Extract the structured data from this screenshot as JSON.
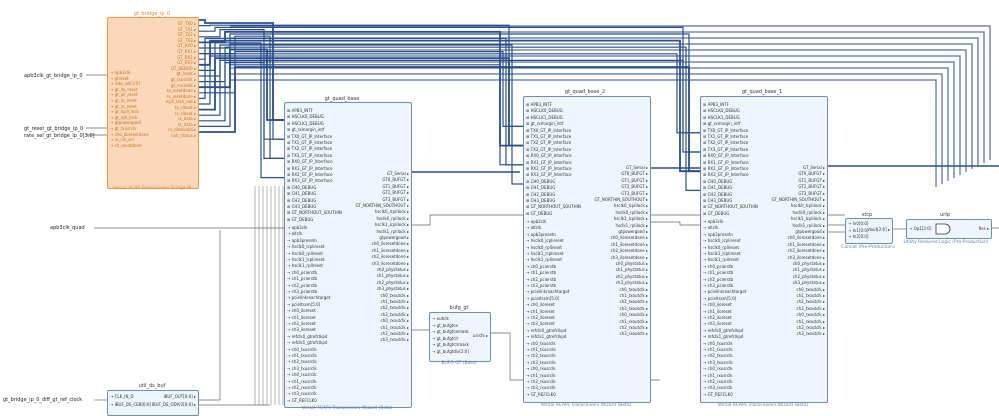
{
  "external_ports": [
    {
      "label": "apb3clk_gt_bridge_ip_0"
    },
    {
      "label": "gt_reset_gt_bridge_ip_0"
    },
    {
      "label": "rate_sel_gt_bridge_ip_0[3:0]"
    },
    {
      "label": "apb3clk_quad"
    },
    {
      "label": "gt_bridge_ip_0_diff_gt_ref_clock"
    }
  ],
  "blocks": {
    "gt_bridge": {
      "title": "gt_bridge_ip_0",
      "subtitle": "Versal ACAP Transceivers Bridge IP",
      "left_pins": [
        "apb3clk",
        "gtreset",
        "rate_sel[3:0]",
        "gt_ilo_reset",
        "gt_pll_reset",
        "gt_tx_reset",
        "gt_rx_reset",
        "gt_lcpll_lock",
        "gt_rpll_lock",
        "gtpowergood",
        "gt_txusrclk",
        "ch0_iloresetdone",
        "rx_clk_sel",
        "ch_resetdone"
      ],
      "right_pins": [
        "GT_TX0",
        "GT_TX1",
        "GT_TX2",
        "GT_TX3",
        "GT_RX0",
        "GT_RX1",
        "GT_RX2",
        "GT_RX3",
        "GT_DEBUG",
        "gt_reset",
        "gt_txusrclk",
        "gt_rxusrclk",
        "tx_resetdone",
        "rx_resetdone",
        "lcpll_lock_out",
        "tx_clkout",
        "rx_clkout",
        "rx_data",
        "tx_data",
        "rx_datavalid",
        "link_status"
      ]
    },
    "quad_base": {
      "title": "gt_quad_base",
      "subtitle": "Versal ACAPs Transceivers Wizard (Beta)",
      "iface_pins": [
        "APB3_INTF",
        "HSCLK0_DEBUG",
        "HSCLK1_DEBUG",
        "gt_rxmargin_intf",
        "TX0_GT_IP_Interface",
        "TX1_GT_IP_Interface",
        "TX2_GT_IP_Interface",
        "TX3_GT_IP_Interface",
        "RX0_GT_IP_Interface",
        "RX1_GT_IP_Interface",
        "RX2_GT_IP_Interface",
        "RX3_GT_IP_Interface",
        "CH0_DEBUG",
        "CH1_DEBUG",
        "CH2_DEBUG",
        "CH3_DEBUG",
        "GT_NORTHOUT_SOUTHIN",
        "GT_DEBUG"
      ],
      "left_pins": [
        "apb3clk",
        "altclk",
        "apb3presetn",
        "hsclk0_lcplireset",
        "hsclk0_rpllreset",
        "hsclk1_lcplireset",
        "hsclk1_rpllreset",
        "ch0_pcierstb",
        "ch1_pcierstb",
        "ch2_pcierstb",
        "ch3_pcierstb",
        "pcielinkreachtarget",
        "pcieltssm[5:0]",
        "ch0_iloreset",
        "ch1_iloreset",
        "ch2_iloreset",
        "ch3_iloreset",
        "refclk0_gtrefclkpd",
        "refclk1_gtrefclkpd",
        "ch0_txusrclk",
        "ch1_txusrclk",
        "ch2_txusrclk",
        "ch3_txusrclk",
        "ch0_rxusrclk",
        "ch1_rxusrclk",
        "ch2_rxusrclk",
        "ch3_rxusrclk",
        "GT_REFCLK0"
      ],
      "right_pins": [
        "GT_Serial",
        "GT0_BUFGT",
        "GT1_BUFGT",
        "GT2_BUFGT",
        "GT3_BUFGT",
        "GT_NORTHIN_SOUTHOUT",
        "hsclk0_lcplilock",
        "hsclk0_rplilock",
        "hsclk1_lcplilock",
        "hsclk1_rplilock",
        "gtpowergood",
        "ch0_iloresetdone",
        "ch1_iloresetdone",
        "ch2_iloresetdone",
        "ch3_iloresetdone",
        "ch0_phystatus",
        "ch1_phystatus",
        "ch2_phystatus",
        "ch3_phystatus",
        "ch0_txoutclk",
        "ch1_txoutclk",
        "ch2_txoutclk",
        "ch3_txoutclk",
        "ch0_rxoutclk",
        "ch1_rxoutclk",
        "ch2_rxoutclk",
        "ch3_rxoutclk"
      ]
    },
    "quad_base_2": {
      "title": "gt_quad_base_2",
      "subtitle": "Versal ACAPs Transceivers Wizard (Beta)"
    },
    "quad_base_1": {
      "title": "gt_quad_base_1",
      "subtitle": "Versal ACAPs Transceivers Wizard (Beta)"
    },
    "bufg_gt": {
      "title": "bufg_gt",
      "subtitle": "BUFG GT (Beta)",
      "left_pins": [
        "outclk",
        "gt_bufgtce",
        "gt_bufgtcemask",
        "gt_bufgtclr",
        "gt_bufgtclrmask",
        "gt_bufgtdiv[2:0]"
      ],
      "right_pins": [
        "usrclk"
      ]
    },
    "util_ds_buf": {
      "title": "util_ds_buf",
      "subtitle": "",
      "left_pins": [
        "CLK_IN_D",
        "IBUF_DS_CEB[0:0]"
      ],
      "right_pins": [
        "IBUF_OUT[0:0]",
        "IBUF_DS_ODIV2[0:0]"
      ]
    },
    "xlcp": {
      "title": "xlcp",
      "subtitle": "Concat (Pre-Production)",
      "left_pins": [
        "In0[0:0]",
        "In1[0:0]",
        "In2[0:0]"
      ],
      "right_pins": [
        "dout[2:0]"
      ]
    },
    "urlp": {
      "title": "urlp",
      "subtitle": "Utility Reduced Logic (Pre-Production)",
      "left_pins": [
        "Op1[2:0]"
      ],
      "right_pins": [
        "Res"
      ]
    }
  },
  "colors": {
    "block_fill": "#eef5fc",
    "block_border": "#6b8fb8",
    "bridge_fill": "#fbd8b9",
    "bridge_border": "#e8994a",
    "bus": "#2b4f8c",
    "wire": "#666666"
  }
}
